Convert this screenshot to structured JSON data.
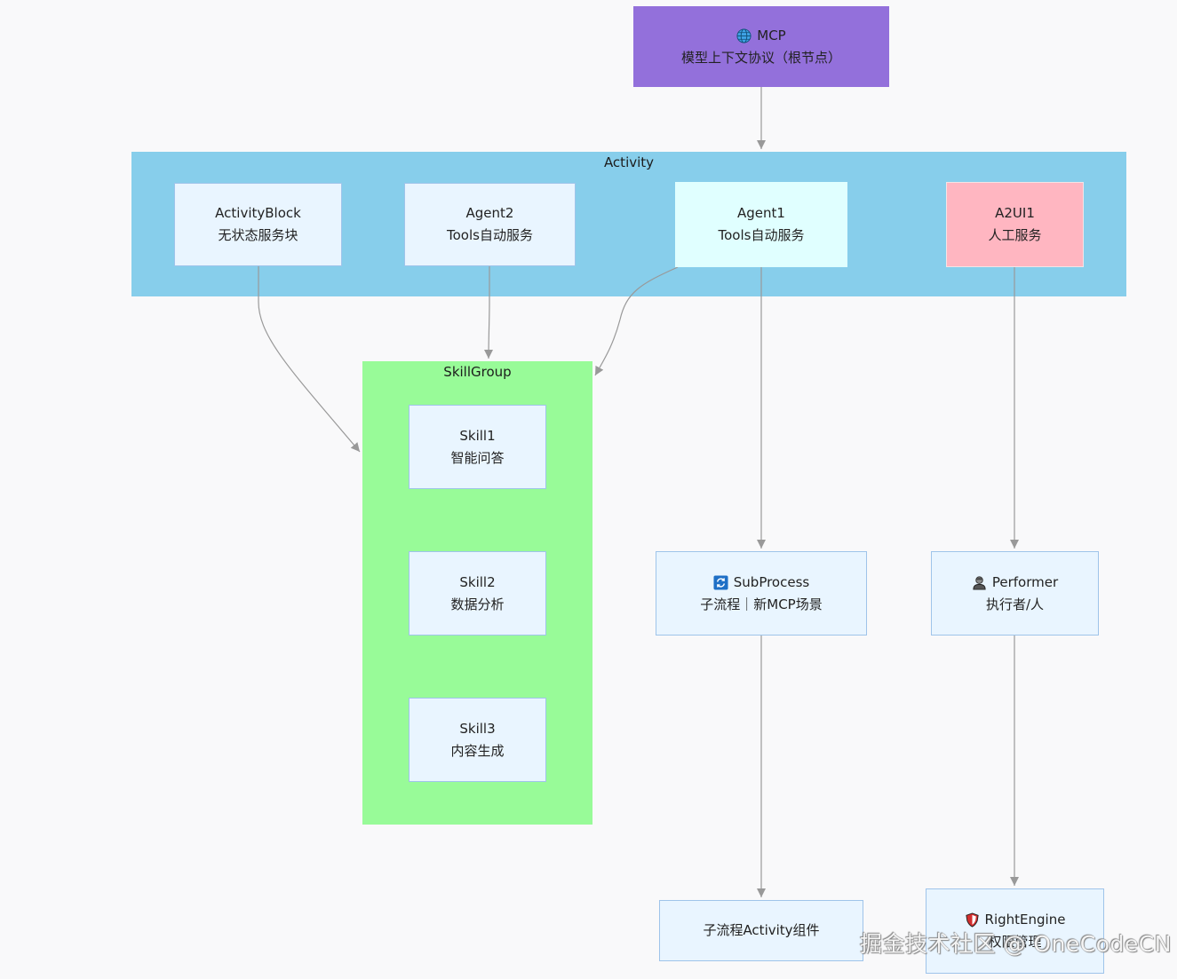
{
  "colors": {
    "root": "#9370DB",
    "activity_group": "#87CEEB",
    "skill_group": "#98FB98",
    "node_default": "#E9F5FF",
    "agent1": "#E0FFFF",
    "a2ui": "#FFB6C1",
    "edge": "#999999"
  },
  "root": {
    "title": "MCP",
    "subtitle": "模型上下文协议（根节点）",
    "icon": "globe-icon"
  },
  "groups": {
    "activity": "Activity",
    "skillgroup": "SkillGroup"
  },
  "nodes": {
    "activityblock": {
      "title": "ActivityBlock",
      "subtitle": "无状态服务块"
    },
    "agent2": {
      "title": "Agent2",
      "subtitle": "Tools自动服务"
    },
    "agent1": {
      "title": "Agent1",
      "subtitle": "Tools自动服务"
    },
    "a2ui1": {
      "title": "A2UI1",
      "subtitle": "人工服务"
    },
    "skill1": {
      "title": "Skill1",
      "subtitle": "智能问答"
    },
    "skill2": {
      "title": "Skill2",
      "subtitle": "数据分析"
    },
    "skill3": {
      "title": "Skill3",
      "subtitle": "内容生成"
    },
    "subprocess": {
      "title": "SubProcess",
      "subtitle": "子流程｜新MCP场景",
      "icon": "refresh-icon"
    },
    "performer": {
      "title": "Performer",
      "subtitle": "执行者/人",
      "icon": "person-icon"
    },
    "subactivity": {
      "title": "子流程Activity组件"
    },
    "rightengine": {
      "title": "RightEngine",
      "subtitle": "权限管理",
      "icon": "shield-icon"
    }
  },
  "watermark": "掘金技术社区 @ OneCodeCN"
}
